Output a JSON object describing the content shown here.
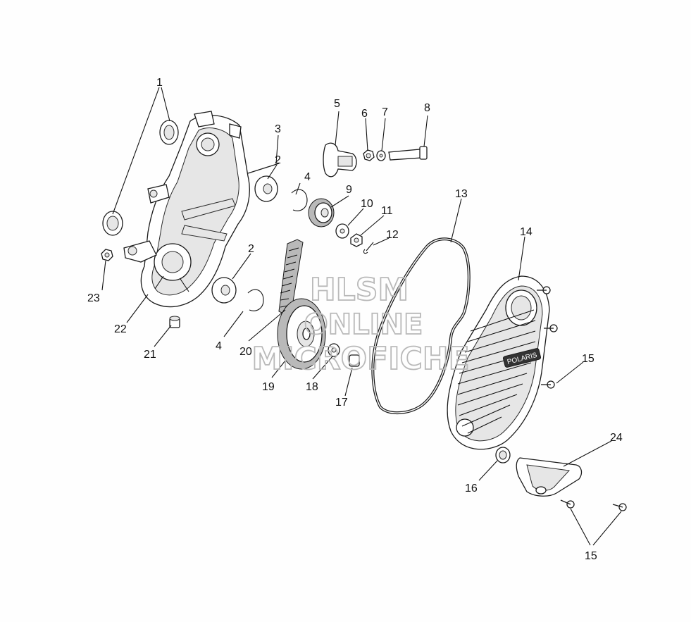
{
  "watermark": {
    "line1": "HLSM",
    "line2": "ONLINE",
    "line3": "MICROFICHE"
  },
  "badge_text": "POLARIS",
  "callouts": [
    "1",
    "2",
    "3",
    "4",
    "5",
    "6",
    "7",
    "8",
    "9",
    "10",
    "11",
    "12",
    "13",
    "14",
    "15",
    "16",
    "17",
    "18",
    "19",
    "20",
    "21",
    "22",
    "23",
    "24"
  ],
  "callout_2b": "2",
  "callout_4b": "4",
  "callout_15b": "15",
  "colors": {
    "line": "#1a1a1a",
    "watermark": "#b9b9b9",
    "fill": "#e6e6e6"
  }
}
